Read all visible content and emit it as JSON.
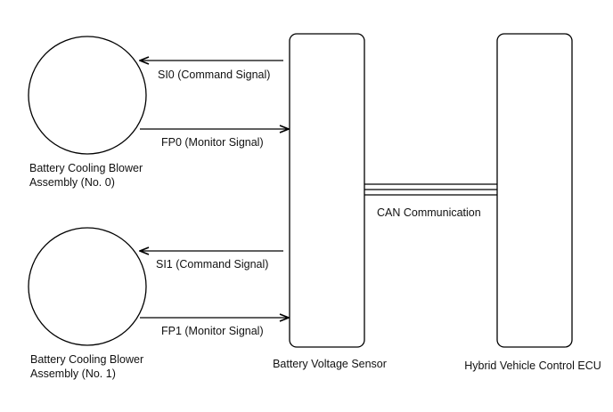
{
  "components": {
    "blower0": {
      "label_line1": "Battery Cooling Blower",
      "label_line2": "Assembly (No. 0)"
    },
    "blower1": {
      "label_line1": "Battery Cooling Blower",
      "label_line2": "Assembly (No. 1)"
    },
    "sensor": {
      "label": "Battery Voltage Sensor"
    },
    "ecu": {
      "label": "Hybrid Vehicle Control ECU"
    }
  },
  "signals": {
    "si0": "SI0 (Command Signal)",
    "fp0": "FP0 (Monitor Signal)",
    "si1": "SI1 (Command Signal)",
    "fp1": "FP1 (Monitor Signal)",
    "can": "CAN Communication"
  }
}
